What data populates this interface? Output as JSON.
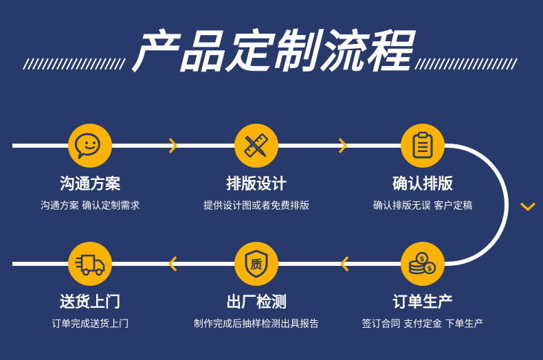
{
  "title": "产品定制流程",
  "steps": [
    {
      "name": "沟通方案",
      "desc": "沟通方案 确认定制需求",
      "icon": "chat-bubble-icon"
    },
    {
      "name": "排版设计",
      "desc": "提供设计图或者免费排版",
      "icon": "pencil-ruler-icon"
    },
    {
      "name": "确认排版",
      "desc": "确认排版无误 客户定稿",
      "icon": "clipboard-icon"
    },
    {
      "name": "订单生产",
      "desc": "签订合同 支付定金 下单生产",
      "icon": "coins-icon"
    },
    {
      "name": "出厂检测",
      "desc": "制作完成后抽样检测出具报告",
      "icon": "quality-shield-icon",
      "icon_text": "质"
    },
    {
      "name": "送货上门",
      "desc": "订单完成送货上门",
      "icon": "delivery-truck-icon"
    }
  ],
  "colors": {
    "background": "#283a6b",
    "accent": "#fbb200",
    "line": "#ffffff",
    "text": "#ffffff"
  }
}
